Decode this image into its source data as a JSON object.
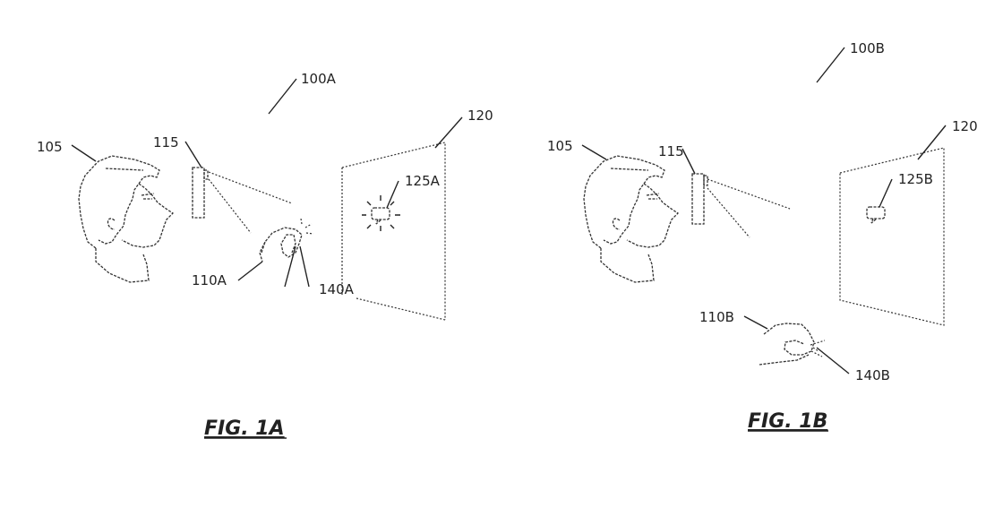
{
  "figures": [
    {
      "caption": "FIG. 1A",
      "system_ref": "100A",
      "user_ref": "105",
      "camera_ref": "115",
      "display_ref": "120",
      "icon_ref": "125A",
      "hand_ref": "110A",
      "gesture_ref": "140A"
    },
    {
      "caption": "FIG. 1B",
      "system_ref": "100B",
      "user_ref": "105",
      "camera_ref": "115",
      "display_ref": "120",
      "icon_ref": "125B",
      "hand_ref": "110B",
      "gesture_ref": "140B"
    }
  ]
}
